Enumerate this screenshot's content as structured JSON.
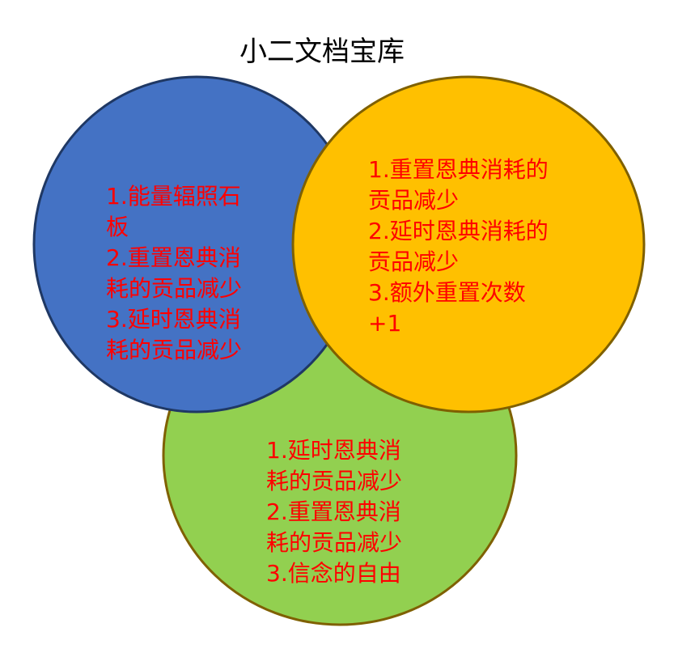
{
  "title": "小二文档宝库",
  "colors": {
    "blue_fill": "#4472C4",
    "blue_stroke": "#1F3864",
    "orange_fill": "#FFC000",
    "orange_stroke": "#7F6000",
    "green_fill": "#92D050",
    "green_stroke": "#7F6000",
    "text": "#FF0000"
  },
  "circles": {
    "blue": {
      "lines": [
        "1.能量辐照石",
        "板",
        "2.重置恩典消",
        "耗的贡品减少",
        "3.延时恩典消",
        "耗的贡品减少"
      ]
    },
    "orange": {
      "lines": [
        "1.重置恩典消耗的",
        "贡品减少",
        "2.延时恩典消耗的",
        "贡品减少",
        "3.额外重置次数",
        "+1"
      ]
    },
    "green": {
      "lines": [
        "1.延时恩典消",
        "耗的贡品减少",
        "2.重置恩典消",
        "耗的贡品减少",
        "3.信念的自由"
      ]
    }
  }
}
